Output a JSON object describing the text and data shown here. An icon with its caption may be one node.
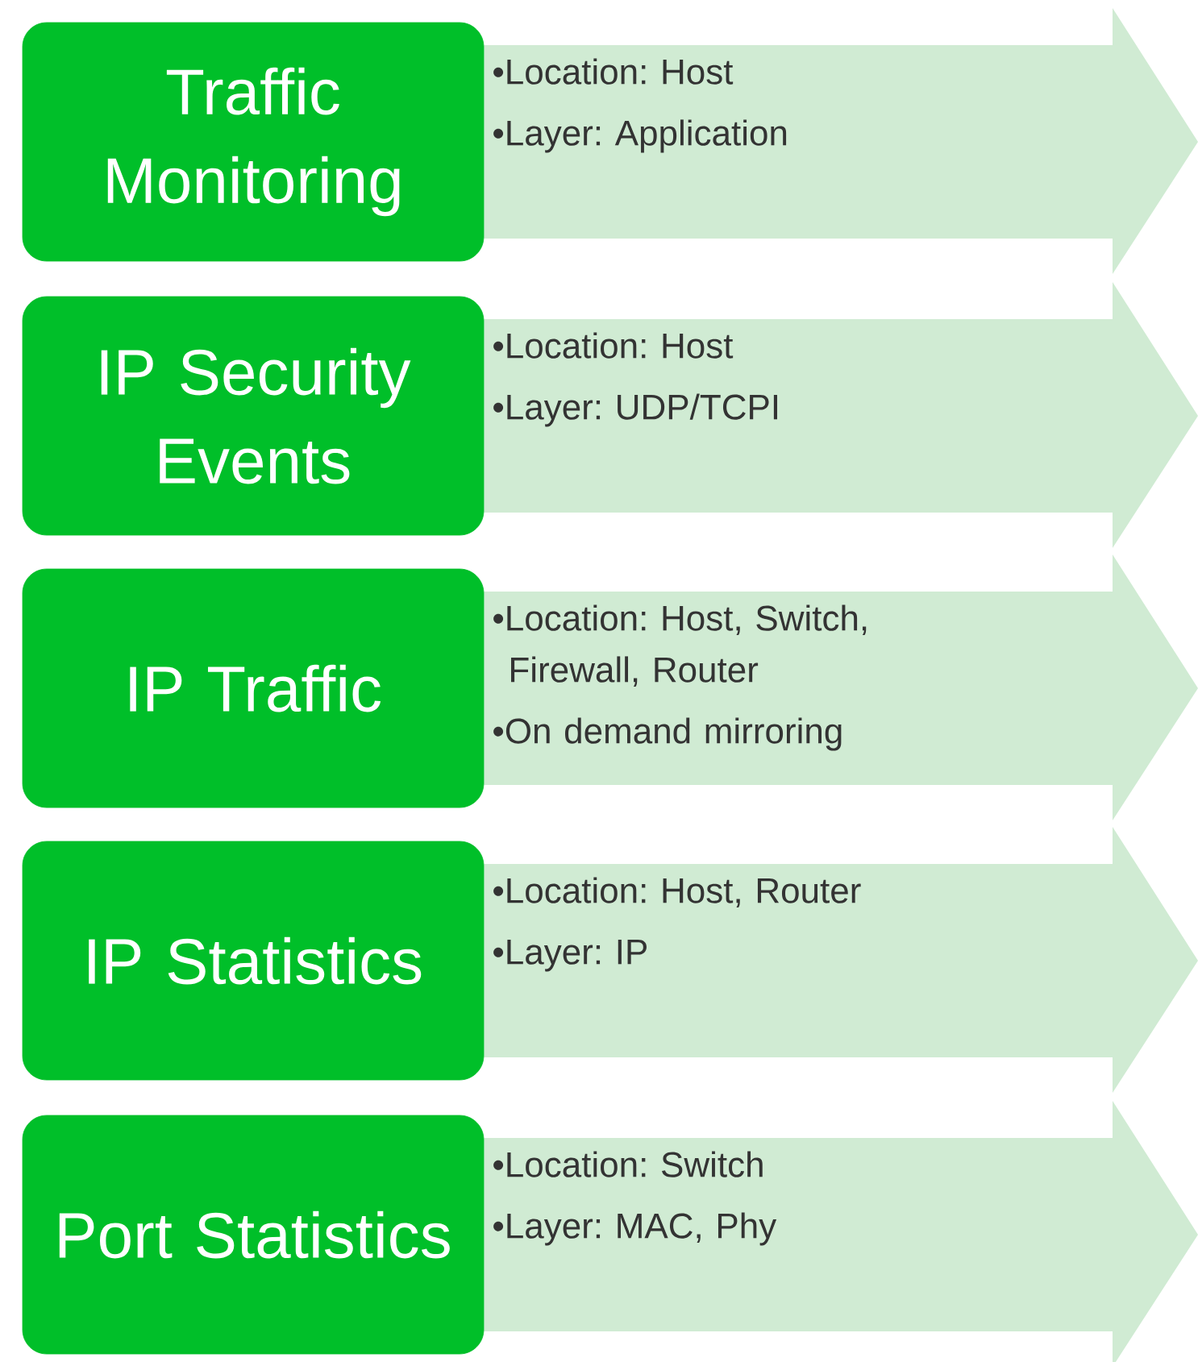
{
  "diagram": {
    "nodes": [
      {
        "text": [
          "Traffic Monitoring"
        ]
      },
      {
        "text": [
          "•Location: Host",
          "•Layer: Application"
        ]
      },
      {
        "text": [
          "IP Security Events"
        ]
      },
      {
        "text": [
          "•Location: Host",
          "•Layer: UDP/TCPI"
        ]
      },
      {
        "text": [
          "IP Traffic"
        ]
      },
      {
        "text": [
          "•Location: Host, Switch, Firewall, Router",
          "•On demand mirroring"
        ]
      },
      {
        "text": [
          "IP Statistics"
        ]
      },
      {
        "text": [
          "•Location: Host, Router",
          "•Layer: IP"
        ]
      },
      {
        "text": [
          "Port Statistics"
        ]
      },
      {
        "text": [
          "•Location: Switch",
          "•Layer: MAC, Phy"
        ]
      }
    ]
  }
}
